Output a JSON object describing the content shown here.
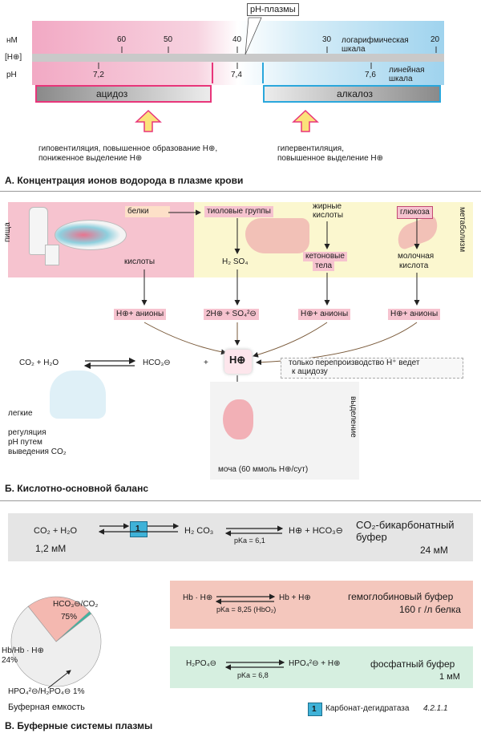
{
  "colors": {
    "acidosis": "#e8357a",
    "alkalosis": "#2aa7dc",
    "pink_box": "#f6c3cf",
    "yellow_box": "#fbf7cf",
    "blue_box": "#dfeef6",
    "buffer_pink": "#f4c7bd",
    "buffer_green": "#d6efe0",
    "buffer_grey": "#e5e5e5",
    "enzyme": "#3fb2d8"
  },
  "sectionA": {
    "title": "А. Концентрация ионов водорода в плазме крови",
    "ph_plasma_label": "pH-плазмы",
    "label_nm": "нМ",
    "label_h": "[H⊕]",
    "label_ph": "pH",
    "log_ticks": [
      "60",
      "50",
      "40",
      "30",
      "20"
    ],
    "log_scale": "логарифмическая шкала",
    "ph_ticks": [
      "7,2",
      "7,4",
      "7,6"
    ],
    "lin_scale": "линейная шкала",
    "acidosis": "ацидоз",
    "alkalosis": "алкалоз",
    "acid_cause_1": "гиповентиляция, повышенное образование H⊕,",
    "acid_cause_2": "пониженное выделение H⊕",
    "alk_cause_1": "гипервентиляция,",
    "alk_cause_2": "повышенное выделение H⊕"
  },
  "sectionB": {
    "title": "Б. Кислотно-основной баланс",
    "food": "пища",
    "metabolism": "метаболизм",
    "proteins": "белки",
    "thiol": "тиоловые группы",
    "fatty_1": "жирные",
    "fatty_2": "кислоты",
    "glucose": "глюкоза",
    "acids": "кислоты",
    "h2so4": "H₂ SO₄",
    "ketone_1": "кетоновые",
    "ketone_2": "тела",
    "lactic_1": "молочная",
    "lactic_2": "кислота",
    "h_anions": "H⊕+ анионы",
    "h_so4": "2H⊕ + SO₄²⊖",
    "co2_h2o": "CO₂  +  H₂O",
    "hco3": "HCO₃⊖",
    "plus": "+",
    "h_center": "H⊕",
    "overproduction_1": "только перепроизводство H⁺ ведет",
    "overproduction_2": "к ацидозу",
    "lungs_label": "легкие",
    "regulation_1": "регуляция",
    "regulation_2": "pH путем",
    "regulation_3": "выведения CO₂",
    "excretion": "выделение",
    "urine": "моча (60 ммоль H⊕/сут)"
  },
  "sectionV": {
    "title": "В. Буферные системы плазмы",
    "eq_co2": "CO₂  +  H₂O",
    "conc_co2": "1,2 мМ",
    "enzyme_num": "1",
    "h2co3": "H₂ CO₃",
    "pka_bicarb": "pKa = 6,1",
    "h_hco3": "H⊕ + HCO₃⊖",
    "bicarb_name_1": "CO₂-бикарбонатный",
    "bicarb_name_2": "буфер",
    "bicarb_conc": "24 мМ",
    "hb_left": "Hb · H⊕",
    "hb_right": "Hb + H⊕",
    "pka_hb": "pKa = 8,25 (HbO₂)",
    "hb_name": "гемоглобиновый буфер",
    "hb_conc": "160 г /л белка",
    "phos_left": "H₂PO₄⊖",
    "phos_right": "HPO₄²⊖ + H⊕",
    "pka_phos": "pKa = 6,8",
    "phos_name": "фосфатный буфер",
    "phos_conc": "1 мМ",
    "pie_bicarb_label": "HCO₃⊖/CO₂",
    "pie_bicarb_pct": "75%",
    "pie_hb_label": "Hb/Hb · H⊕",
    "pie_hb_pct": "24%",
    "pie_phos_label": "HPO₄²⊖/H₂PO₄⊖ 1%",
    "capacity": "Буферная емкость",
    "legend_num": "1",
    "legend_text": "Карбонат-дегидратаза",
    "legend_ec": "4.2.1.1"
  }
}
